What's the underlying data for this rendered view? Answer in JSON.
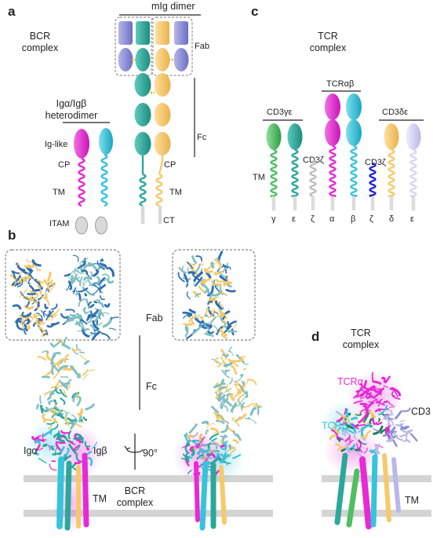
{
  "panel_a": {
    "letter": "a",
    "mig_dimer": "mIg dimer",
    "bcr_complex": "BCR\ncomplex",
    "fab": "Fab",
    "fc": "Fc",
    "heterodimer": "Igα/Igβ\nheterodimer",
    "ig_like": "Ig-like",
    "cp_left": "CP",
    "tm_left": "TM",
    "itam": "ITAM",
    "cp_right": "CP",
    "tm_right": "TM",
    "ct": "CT"
  },
  "panel_b": {
    "letter": "b",
    "fab": "Fab",
    "fc": "Fc",
    "iga": "Igα",
    "igb": "Igβ",
    "rotation": "90°",
    "tm": "TM",
    "bcr_complex": "BCR\ncomplex"
  },
  "panel_c": {
    "letter": "c",
    "tcr_complex": "TCR\ncomplex",
    "cd3ge": "CD3γε",
    "tcrab": "TCRαβ",
    "cd3de": "CD3δε",
    "cd3z_1": "CD3ζ",
    "cd3z_2": "CD3ζ",
    "tm": "TM",
    "chains": [
      "γ",
      "ε",
      "ζ",
      "α",
      "β",
      "ζ",
      "δ",
      "ε"
    ]
  },
  "panel_d": {
    "letter": "d",
    "tcr_complex": "TCR\ncomplex",
    "tcra": "TCRα",
    "tcrb": "TCRβ",
    "cd3": "CD3",
    "tm": "TM"
  },
  "colors": {
    "magenta": "#e829d6",
    "cyan": "#35c4dc",
    "teal": "#2aa89b",
    "gold": "#f6c96a",
    "lavender": "#8f8fd6",
    "green": "#4fbf62",
    "blue": "#2323d6",
    "grey": "#bdbdbd",
    "light_lavender": "#d6d6f6",
    "membrane": "#d4d4d4"
  }
}
